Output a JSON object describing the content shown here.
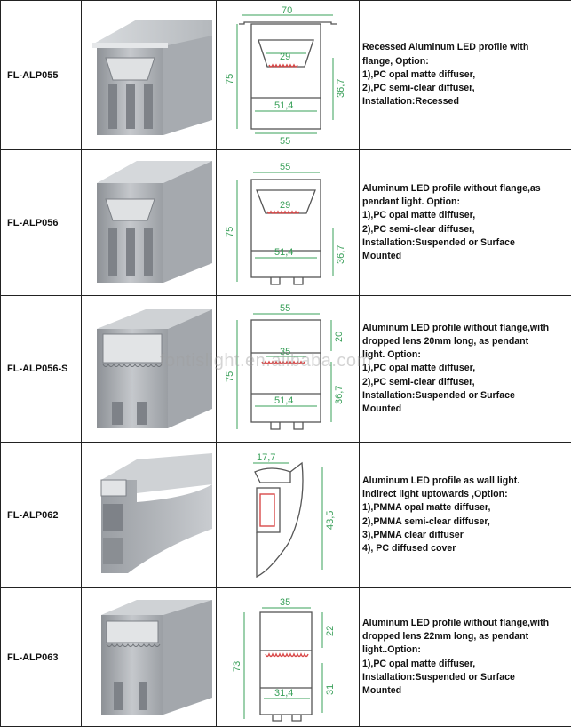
{
  "watermark": "fontislight.en.alibaba.com",
  "rows": [
    {
      "code": "FL-ALP055",
      "dims": {
        "top": "70",
        "height": "75",
        "lens": "29",
        "side": "36,7",
        "inner": "51,4",
        "bottom": "55"
      },
      "desc": [
        "Recessed Aluminum LED profile with",
        "flange, Option:",
        "1),PC opal matte diffuser,",
        "2),PC semi-clear diffuser,",
        "Installation:Recessed"
      ]
    },
    {
      "code": "FL-ALP056",
      "dims": {
        "top": "55",
        "height": "75",
        "lens": "29",
        "side": "36,7",
        "inner": "51,4"
      },
      "desc": [
        "Aluminum LED profile without flange,as",
        "pendant light.  Option:",
        "1),PC opal matte diffuser,",
        "2),PC semi-clear diffuser,",
        "Installation:Suspended or Surface",
        "Mounted"
      ]
    },
    {
      "code": "FL-ALP056-S",
      "dims": {
        "top": "55",
        "height": "75",
        "lens": "35",
        "upper": "20",
        "side": "36,7",
        "inner": "51,4"
      },
      "desc": [
        "Aluminum LED profile without flange,with",
        "dropped lens 20mm long, as pendant",
        "light. Option:",
        "1),PC opal matte diffuser,",
        "2),PC semi-clear diffuser,",
        "Installation:Suspended or Surface",
        "Mounted"
      ]
    },
    {
      "code": "FL-ALP062",
      "dims": {
        "top": "17,7",
        "height": "43,5"
      },
      "desc": [
        "Aluminum LED profile as wall light.",
        "indirect light uptowards ,Option:",
        "1),PMMA opal matte diffuser,",
        "2),PMMA semi-clear diffuser,",
        "3),PMMA clear diffuser",
        "4), PC diffused cover"
      ]
    },
    {
      "code": "FL-ALP063",
      "dims": {
        "top": "35",
        "height": "73",
        "upper": "22",
        "lower": "31",
        "inner": "31,4"
      },
      "desc": [
        "Aluminum LED profile without flange,with",
        "dropped lens 22mm long, as pendant",
        "light..Option:",
        "1),PC opal matte diffuser,",
        "Installation:Suspended or Surface",
        "Mounted"
      ]
    }
  ]
}
